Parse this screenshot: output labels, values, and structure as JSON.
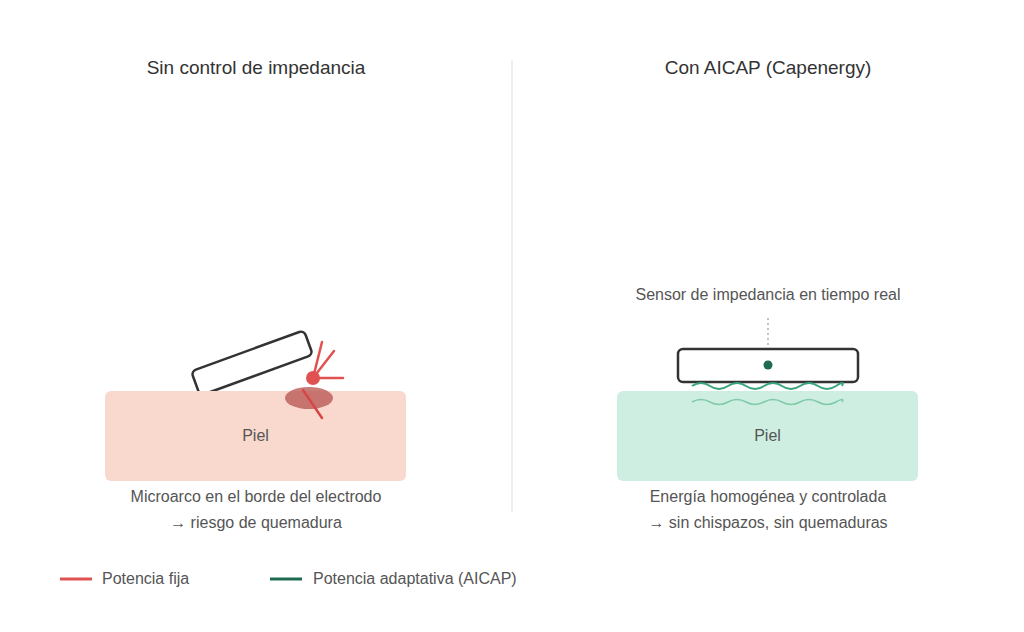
{
  "diagram": {
    "nodes": [
      {
        "text": [
          "Piel"
        ]
      },
      {
        "text": [
          "Piel"
        ]
      }
    ],
    "labels": [
      "Sin control de impedancia",
      "Con AICAP (Capenergy)",
      "Sensor de impedancia en tiempo real",
      "Microarco en el borde del electrodo",
      "→ riesgo de quemadura",
      "Energía homogénea y controlada",
      "→ sin chispazos, sin quemaduras"
    ],
    "legend": [
      {
        "text": "Potencia fija"
      },
      {
        "text": "Potencia adaptativa (AICAP)"
      }
    ]
  }
}
